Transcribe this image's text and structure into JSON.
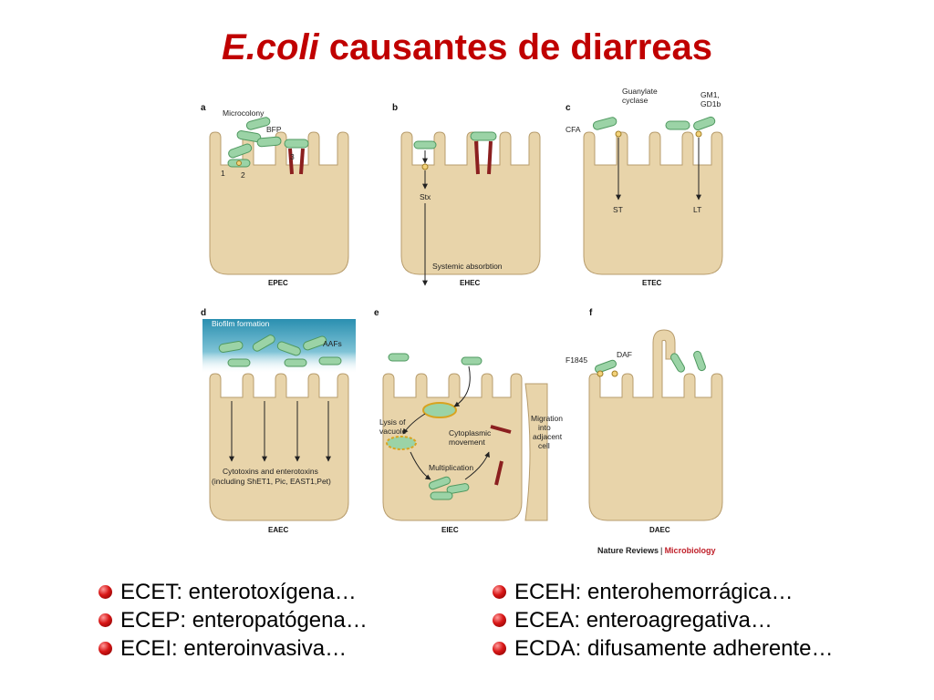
{
  "title": {
    "italic": "E.coli",
    "rest": "causantes de diarreas"
  },
  "figure": {
    "panels": [
      {
        "letter": "a",
        "caption": "EPEC",
        "labels": {
          "microcolony": "Microcolony",
          "bfp": "BFP",
          "n1": "1",
          "n2": "2",
          "n3": "3"
        }
      },
      {
        "letter": "b",
        "caption": "EHEC",
        "labels": {
          "stx": "Stx",
          "systemic": "Systemic absorbtion"
        }
      },
      {
        "letter": "c",
        "caption": "ETEC",
        "labels": {
          "guanylate1": "Guanylate",
          "guanylate2": "cyclase",
          "gm1a": "GM1,",
          "gm1b": "GD1b",
          "cfa": "CFA",
          "st": "ST",
          "lt": "LT"
        }
      },
      {
        "letter": "d",
        "caption": "EAEC",
        "labels": {
          "biofilm": "Biofilm formation",
          "aafs": "AAFs",
          "cyto1": "Cytotoxins and enterotoxins",
          "cyto2": "(including ShET1, Pic, EAST1,Pet)"
        }
      },
      {
        "letter": "e",
        "caption": "EIEC",
        "labels": {
          "lysis1": "Lysis of",
          "lysis2": "vacuole",
          "cyto1": "Cytoplasmic",
          "cyto2": "movement",
          "mult": "Multiplication",
          "mig1": "Migration",
          "mig2": "into",
          "mig3": "adjacent",
          "mig4": "cell"
        }
      },
      {
        "letter": "f",
        "caption": "DAEC",
        "labels": {
          "f1845": "F1845",
          "daf": "DAF"
        }
      }
    ],
    "credit": {
      "journal": "Nature Reviews",
      "separator": "|",
      "section": "Microbiology"
    }
  },
  "bullets_left": [
    {
      "text": "ECET: enterotoxígena…"
    },
    {
      "text": "ECEP: enteropatógena…"
    },
    {
      "text": "ECEI: enteroinvasiva…"
    }
  ],
  "bullets_right": [
    {
      "text": "ECEH: enterohemorrágica…"
    },
    {
      "text": "ECEA: enteroagregativa…"
    },
    {
      "text": "ECDA: difusamente adherente…"
    }
  ],
  "colors": {
    "title": "#c00000",
    "tissue_fill": "#e8d4aa",
    "tissue_stroke": "#b79c6c",
    "bacteria_fill": "#9bd3a6",
    "bacteria_stroke": "#4f9960",
    "pedestal": "#8b1f1f",
    "biofilm_top": "#2a8fb0",
    "bullet": "#d81616"
  }
}
